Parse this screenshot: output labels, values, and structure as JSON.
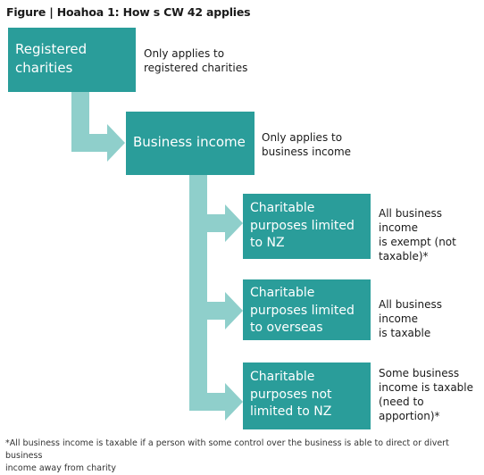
{
  "title": "Figure | Hoahoa 1:  How s CW 42 applies",
  "boxes": {
    "registered": {
      "lines": [
        "Registered",
        "charities"
      ]
    },
    "business": {
      "lines": [
        "Business income"
      ]
    },
    "nz": {
      "lines": [
        "Charitable",
        "purposes  limited",
        "to NZ"
      ]
    },
    "overseas": {
      "lines": [
        "Charitable",
        "purposes limited",
        "to overseas"
      ]
    },
    "not_nz": {
      "lines": [
        "Charitable",
        "purposes  not",
        "limited to NZ"
      ]
    }
  },
  "notes": {
    "registered": {
      "lines": [
        "Only applies to",
        "registered charities"
      ]
    },
    "business": {
      "lines": [
        "Only applies to",
        "business income"
      ]
    },
    "nz": {
      "lines": [
        "All business income",
        "is exempt (not",
        "taxable)*"
      ]
    },
    "overseas": {
      "lines": [
        "All business income",
        "is taxable"
      ]
    },
    "not_nz": {
      "lines": [
        "Some business",
        "income is taxable",
        "(need to",
        "apportion)*"
      ]
    }
  },
  "footnote": {
    "lines": [
      "*All business income is taxable if a person with some control over the business is able to direct or divert business",
      "income away from charity"
    ]
  },
  "colors": {
    "box": "#2a9d9a",
    "arrow": "#8fcfcb"
  }
}
